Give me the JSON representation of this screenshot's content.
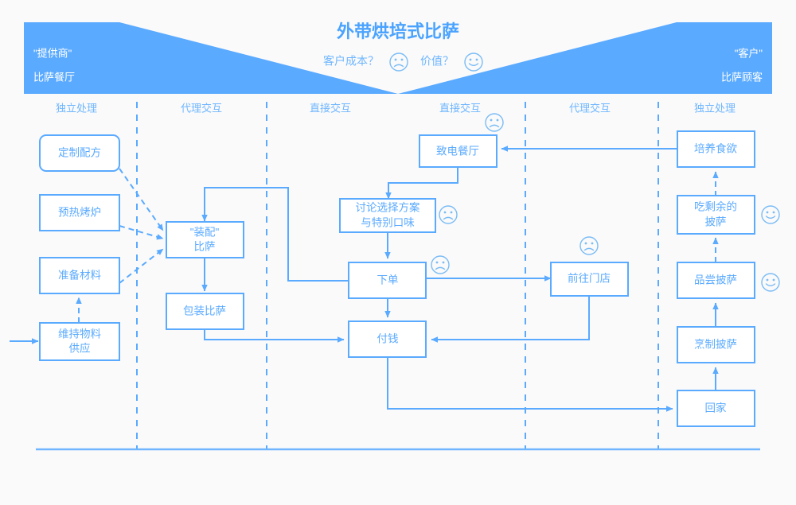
{
  "banner": {
    "title": "外带烘培式比萨",
    "subtitle_cost": "客户成本？",
    "subtitle_value": "价值？",
    "left_top": "\"提供商\"",
    "left_bottom": "比萨餐厅",
    "right_top": "\"客户\"",
    "right_bottom": "比萨顾客",
    "fill": "#5aaaff"
  },
  "columns": [
    {
      "label": "独立处理"
    },
    {
      "label": "代理交互"
    },
    {
      "label": "直接交互"
    },
    {
      "label": "直接交互"
    },
    {
      "label": "代理交互"
    },
    {
      "label": "独立处理"
    }
  ],
  "nodes": [
    {
      "id": "custom-recipe",
      "label": "定制配方"
    },
    {
      "id": "preheat-oven",
      "label": "预热烤炉"
    },
    {
      "id": "prepare-materials",
      "label": "准备材料"
    },
    {
      "id": "maintain-supply-1",
      "label": "维持物料"
    },
    {
      "id": "maintain-supply-2",
      "label": "供应"
    },
    {
      "id": "assemble-pizza-1",
      "label": "\"装配\""
    },
    {
      "id": "assemble-pizza-2",
      "label": "比萨"
    },
    {
      "id": "package-pizza",
      "label": "包装比萨"
    },
    {
      "id": "call-restaurant",
      "label": "致电餐厅"
    },
    {
      "id": "discuss-options-1",
      "label": "讨论选择方案"
    },
    {
      "id": "discuss-options-2",
      "label": "与特别口味"
    },
    {
      "id": "place-order",
      "label": "下单"
    },
    {
      "id": "pay",
      "label": "付钱"
    },
    {
      "id": "go-to-store",
      "label": "前往门店"
    },
    {
      "id": "build-appetite",
      "label": "培养食欲"
    },
    {
      "id": "eat-leftover-1",
      "label": "吃剩余的"
    },
    {
      "id": "eat-leftover-2",
      "label": "披萨"
    },
    {
      "id": "taste-pizza",
      "label": "品尝披萨"
    },
    {
      "id": "cook-pizza",
      "label": "烹制披萨"
    },
    {
      "id": "go-home",
      "label": "回家"
    }
  ],
  "theme": {
    "accent": "#5aaaff",
    "accent_light": "#6fb6ff",
    "background": "#fafafa",
    "box_fill": "#ffffff"
  }
}
